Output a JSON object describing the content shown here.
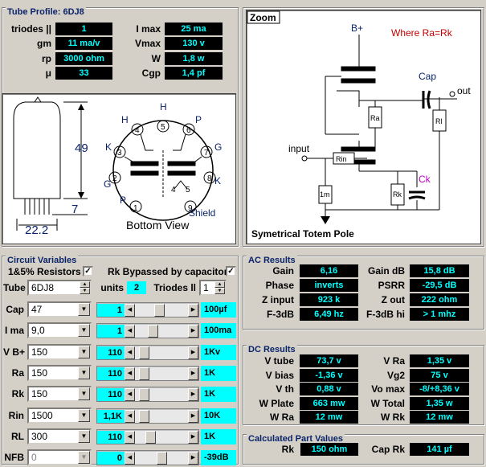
{
  "tube_profile": {
    "title": "Tube Profile: 6DJ8",
    "rows": [
      {
        "label": "triodes ||",
        "value": "1",
        "label2": "I max",
        "value2": "25 ma"
      },
      {
        "label": "gm",
        "value": "11 ma/v",
        "label2": "Vmax",
        "value2": "130 v"
      },
      {
        "label": "rp",
        "value": "3000 ohm",
        "label2": "W",
        "value2": "1,8 w"
      },
      {
        "label": "μ",
        "value": "33",
        "label2": "Cgp",
        "value2": "1,4 pf"
      }
    ],
    "diagram": {
      "height": "49",
      "base": "7",
      "diameter": "22.2",
      "caption": "Bottom View",
      "shield": "Shield",
      "pins": [
        "1",
        "2",
        "3",
        "4",
        "5",
        "6",
        "7",
        "8",
        "9"
      ],
      "pin_labels": {
        "h1": "H",
        "h2": "H",
        "p1": "P",
        "k1": "K",
        "g1": "G",
        "p2": "P",
        "g2": "G",
        "k2": "K"
      }
    }
  },
  "zoom": {
    "label": "Zoom",
    "bplus": "B+",
    "note": "Where Ra=Rk",
    "cap": "Cap",
    "out": "out",
    "input": "input",
    "ra": "Ra",
    "rl": "Rl",
    "rin": "Rin",
    "r1m": "1m",
    "rk": "Rk",
    "ck": "Ck",
    "caption": "Symetrical Totem Pole"
  },
  "circuit": {
    "title": "Circuit Variables",
    "resistors_label": "1&5% Resistors",
    "bypass_label": "Rk Bypassed by capacitor",
    "tube_label": "Tube",
    "tube_value": "6DJ8",
    "units_label": "units",
    "units_value": "2",
    "triodes_label": "Triodes ll",
    "triodes_value": "1",
    "rows": [
      {
        "label": "Cap",
        "combo": "47",
        "slider": "1",
        "pos": 0.45,
        "unit": "100µf"
      },
      {
        "label": "I ma",
        "combo": "9,0",
        "slider": "1",
        "pos": 0.3,
        "unit": "100ma"
      },
      {
        "label": "V B+",
        "combo": "150",
        "slider": "110",
        "pos": 0.1,
        "unit": "1Kv"
      },
      {
        "label": "Ra",
        "combo": "150",
        "slider": "110",
        "pos": 0.1,
        "unit": "1K"
      },
      {
        "label": "Rk",
        "combo": "150",
        "slider": "110",
        "pos": 0.1,
        "unit": "1K"
      },
      {
        "label": "Rin",
        "combo": "1500",
        "slider": "1,1K",
        "pos": 0.1,
        "unit": "10K"
      },
      {
        "label": "RL",
        "combo": "300",
        "slider": "110",
        "pos": 0.25,
        "unit": "1K"
      },
      {
        "label": "NFB",
        "combo": "0",
        "slider": "0",
        "pos": 0.5,
        "unit": "-39dB"
      }
    ]
  },
  "ac": {
    "title": "AC Results",
    "rows": [
      {
        "l1": "Gain",
        "v1": "6,16",
        "l2": "Gain dB",
        "v2": "15,8 dB"
      },
      {
        "l1": "Phase",
        "v1": "inverts",
        "l2": "PSRR",
        "v2": "-29,5 dB"
      },
      {
        "l1": "Z input",
        "v1": "923 k",
        "l2": "Z out",
        "v2": "222 ohm"
      },
      {
        "l1": "F-3dB",
        "v1": "6,49 hz",
        "l2": "F-3dB hi",
        "v2": "> 1 mhz"
      }
    ]
  },
  "dc": {
    "title": "DC Results",
    "rows": [
      {
        "l1": "V tube",
        "v1": "73,7 v",
        "l2": "V Ra",
        "v2": "1,35 v"
      },
      {
        "l1": "V bias",
        "v1": "-1,36 v",
        "l2": "Vg2",
        "v2": "75 v"
      },
      {
        "l1": "V th",
        "v1": "0,88 v",
        "l2": "Vo max",
        "v2": "-8/+8,36 v"
      },
      {
        "l1": "W Plate",
        "v1": "663 mw",
        "l2": "W Total",
        "v2": "1,35 w"
      },
      {
        "l1": "W Ra",
        "v1": "12 mw",
        "l2": "W Rk",
        "v2": "12 mw"
      }
    ]
  },
  "calc": {
    "title": "Calculated Part Values",
    "l1": "Rk",
    "v1": "150 ohm",
    "l2": "Cap Rk",
    "v2": "141 µf"
  }
}
